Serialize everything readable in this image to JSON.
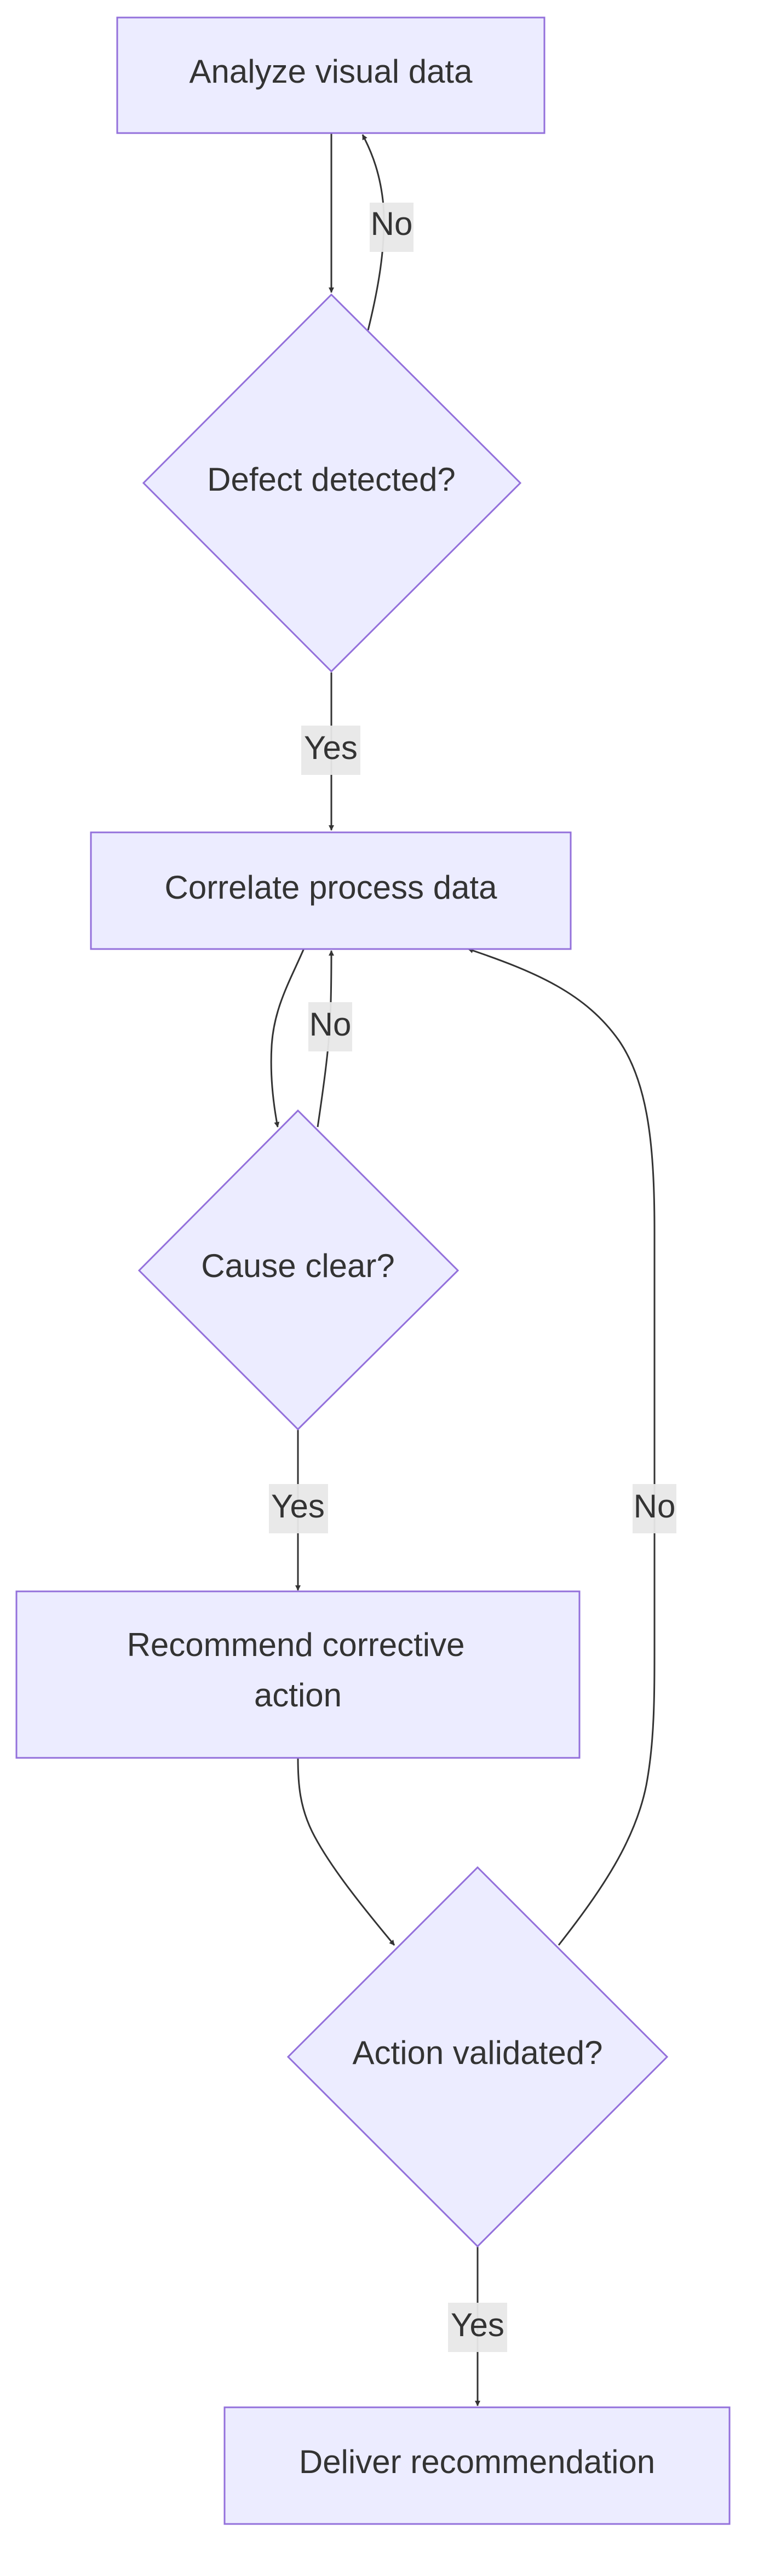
{
  "nodes": {
    "analyze": {
      "label": "Analyze visual data"
    },
    "defect": {
      "label": "Defect detected?"
    },
    "correlate": {
      "label": "Correlate process data"
    },
    "cause": {
      "label": "Cause clear?"
    },
    "recommend": {
      "label_line1": "Recommend corrective",
      "label_line2": "action"
    },
    "validated": {
      "label": "Action validated?"
    },
    "deliver": {
      "label": "Deliver recommendation"
    }
  },
  "edges": {
    "defect_no": "No",
    "defect_yes": "Yes",
    "cause_no": "No",
    "cause_yes": "Yes",
    "validated_no": "No",
    "validated_yes": "Yes"
  },
  "colors": {
    "node_fill": "#ECECFF",
    "node_stroke": "#9370DB",
    "edge": "#333333",
    "label_bg": "#E8E8E8"
  }
}
